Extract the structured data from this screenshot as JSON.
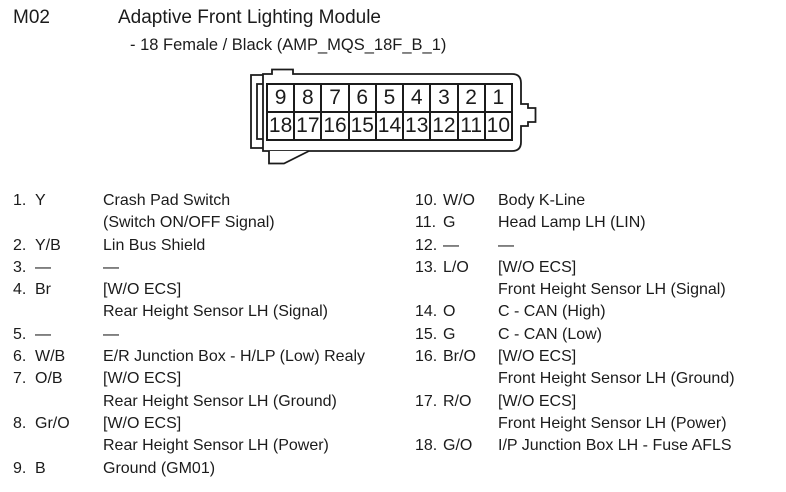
{
  "header": {
    "code": "M02",
    "title": "Adaptive Front Lighting Module",
    "subtitle": "- 18 Female / Black (AMP_MQS_18F_B_1)"
  },
  "connector": {
    "description": "18-pin female connector, two rows, rear view",
    "pin_rows": {
      "top": [
        "9",
        "8",
        "7",
        "6",
        "5",
        "4",
        "3",
        "2",
        "1"
      ],
      "bottom": [
        "18",
        "17",
        "16",
        "15",
        "14",
        "13",
        "12",
        "11",
        "10"
      ]
    }
  },
  "pin_list": {
    "left": [
      {
        "num": "1.",
        "color": "Y",
        "lines": [
          "Crash Pad Switch",
          "(Switch ON/OFF Signal)"
        ]
      },
      {
        "num": "2.",
        "color": "Y/B",
        "lines": [
          "Lin Bus Shield"
        ]
      },
      {
        "num": "3.",
        "color": "—",
        "lines": [
          "—"
        ]
      },
      {
        "num": "4.",
        "color": "Br",
        "lines": [
          "[W/O ECS]",
          "Rear Height Sensor LH (Signal)"
        ]
      },
      {
        "num": "5.",
        "color": "—",
        "lines": [
          "—"
        ]
      },
      {
        "num": "6.",
        "color": "W/B",
        "lines": [
          "E/R Junction Box - H/LP (Low) Realy"
        ]
      },
      {
        "num": "7.",
        "color": "O/B",
        "lines": [
          "[W/O ECS]",
          "Rear Height Sensor LH (Ground)"
        ]
      },
      {
        "num": "8.",
        "color": "Gr/O",
        "lines": [
          "[W/O ECS]",
          "Rear Height Sensor LH (Power)"
        ]
      },
      {
        "num": "9.",
        "color": "B",
        "lines": [
          "Ground (GM01)"
        ]
      }
    ],
    "right": [
      {
        "num": "10.",
        "color": "W/O",
        "lines": [
          "Body K-Line"
        ]
      },
      {
        "num": "11.",
        "color": "G",
        "lines": [
          "Head Lamp LH (LIN)"
        ]
      },
      {
        "num": "12.",
        "color": "—",
        "lines": [
          "—"
        ]
      },
      {
        "num": "13.",
        "color": "L/O",
        "lines": [
          "[W/O ECS]",
          "Front Height Sensor LH (Signal)"
        ]
      },
      {
        "num": "14.",
        "color": "O",
        "lines": [
          "C - CAN (High)"
        ]
      },
      {
        "num": "15.",
        "color": "G",
        "lines": [
          "C - CAN (Low)"
        ]
      },
      {
        "num": "16.",
        "color": "Br/O",
        "lines": [
          "[W/O ECS]",
          "Front Height Sensor LH (Ground)"
        ]
      },
      {
        "num": "17.",
        "color": "R/O",
        "lines": [
          "[W/O ECS]",
          "Front Height Sensor LH (Power)"
        ]
      },
      {
        "num": "18.",
        "color": "G/O",
        "lines": [
          "I/P Junction Box LH - Fuse AFLS"
        ]
      }
    ]
  },
  "colors": {
    "text": "#1b1b1b",
    "background": "#ffffff",
    "line": "#1b1b1b"
  }
}
